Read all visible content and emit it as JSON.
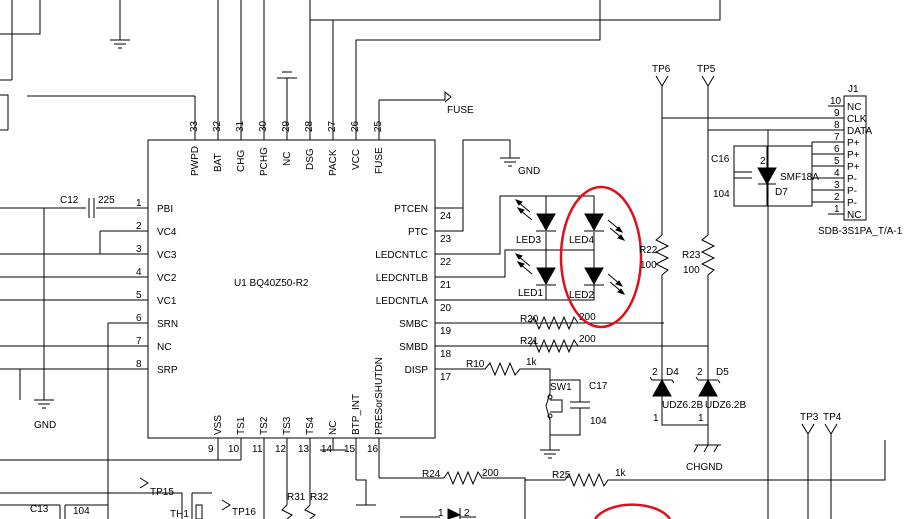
{
  "chip": {
    "label": "U1 BQ40Z50-R2",
    "top_pins": [
      {
        "num": "33",
        "name": "PWPD"
      },
      {
        "num": "32",
        "name": "BAT"
      },
      {
        "num": "31",
        "name": "CHG"
      },
      {
        "num": "30",
        "name": "PCHG"
      },
      {
        "num": "29",
        "name": "NC"
      },
      {
        "num": "28",
        "name": "DSG"
      },
      {
        "num": "27",
        "name": "PACK"
      },
      {
        "num": "26",
        "name": "VCC"
      },
      {
        "num": "25",
        "name": "FUSE"
      }
    ],
    "left_pins": [
      {
        "num": "1",
        "name": "PBI"
      },
      {
        "num": "2",
        "name": "VC4"
      },
      {
        "num": "3",
        "name": "VC3"
      },
      {
        "num": "4",
        "name": "VC2"
      },
      {
        "num": "5",
        "name": "VC1"
      },
      {
        "num": "6",
        "name": "SRN"
      },
      {
        "num": "7",
        "name": "NC"
      },
      {
        "num": "8",
        "name": "SRP"
      }
    ],
    "right_pins": [
      {
        "num": "24",
        "name": "PTCEN"
      },
      {
        "num": "23",
        "name": "PTC"
      },
      {
        "num": "22",
        "name": "LEDCNTLC"
      },
      {
        "num": "21",
        "name": "LEDCNTLB"
      },
      {
        "num": "20",
        "name": "LEDCNTLA"
      },
      {
        "num": "19",
        "name": "SMBC"
      },
      {
        "num": "18",
        "name": "SMBD"
      },
      {
        "num": "17",
        "name": "DISP"
      }
    ],
    "bottom_pins": [
      {
        "num": "9",
        "name": "VSS"
      },
      {
        "num": "10",
        "name": "TS1"
      },
      {
        "num": "11",
        "name": "TS2"
      },
      {
        "num": "12",
        "name": "TS3"
      },
      {
        "num": "13",
        "name": "TS4"
      },
      {
        "num": "14",
        "name": "NC"
      },
      {
        "num": "15",
        "name": "BTP_INT"
      },
      {
        "num": "16",
        "name": "PRESorSHUTDN"
      }
    ]
  },
  "connector": {
    "ref": "J1",
    "part": "SDB-3S1PA_T/A-1",
    "pins": [
      {
        "num": "10",
        "name": "NC"
      },
      {
        "num": "9",
        "name": "CLK"
      },
      {
        "num": "8",
        "name": "DATA"
      },
      {
        "num": "7",
        "name": "P+"
      },
      {
        "num": "6",
        "name": "P+"
      },
      {
        "num": "5",
        "name": "P+"
      },
      {
        "num": "4",
        "name": "P-"
      },
      {
        "num": "3",
        "name": "P-"
      },
      {
        "num": "2",
        "name": "P-"
      },
      {
        "num": "1",
        "name": "NC"
      }
    ]
  },
  "components": {
    "c12": {
      "ref": "C12",
      "value": "225"
    },
    "c13": {
      "ref": "C13",
      "value": "104"
    },
    "c16": {
      "ref": "C16",
      "value": "104"
    },
    "c17": {
      "ref": "C17",
      "value": "104"
    },
    "d7": {
      "ref": "D7",
      "value": "SMF18A",
      "pin": "2"
    },
    "r20": {
      "ref": "R20",
      "value": "200"
    },
    "r21": {
      "ref": "R21",
      "value": "200"
    },
    "r10": {
      "ref": "R10",
      "value": "1k"
    },
    "r22": {
      "ref": "R22",
      "value": "100"
    },
    "r23": {
      "ref": "R23",
      "value": "100"
    },
    "r24": {
      "ref": "R24",
      "value": "200"
    },
    "r25": {
      "ref": "R25",
      "value": "1k"
    },
    "r31": {
      "ref": "R31"
    },
    "r32": {
      "ref": "R32"
    },
    "sw1": {
      "ref": "SW1"
    },
    "th1": {
      "ref": "TH1"
    },
    "d4": {
      "ref": "D4",
      "value": "UDZ6.2B",
      "pin_top": "2",
      "pin_bottom": "1"
    },
    "d5": {
      "ref": "D5",
      "value": "UDZ6.2B",
      "pin_top": "2",
      "pin_bottom": "1"
    },
    "led1": {
      "ref": "LED1"
    },
    "led2": {
      "ref": "LED2"
    },
    "led3": {
      "ref": "LED3"
    },
    "led4": {
      "ref": "LED4"
    },
    "diode_bottom": {
      "pin_left": "1",
      "pin_right": "2"
    }
  },
  "nets": {
    "fuse": "FUSE",
    "gnd_right": "GND",
    "gnd_left": "GND",
    "chgnd": "CHGND",
    "tp3": "TP3",
    "tp4": "TP4",
    "tp5": "TP5",
    "tp6": "TP6",
    "tp15": "TP15",
    "tp16": "TP16"
  },
  "highlight": {
    "color": "#e0101a"
  }
}
